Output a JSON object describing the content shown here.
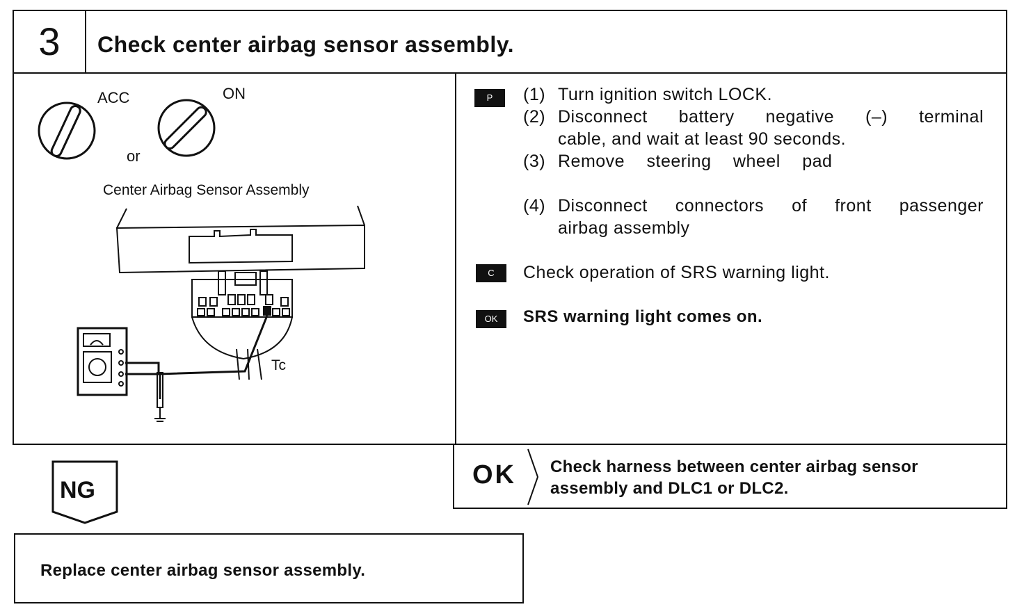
{
  "header": {
    "step_number": "3",
    "title": "Check center airbag sensor assembly."
  },
  "illustration": {
    "acc_label": "ACC",
    "on_label": "ON",
    "or_label": "or",
    "sensor_label": "Center Airbag Sensor Assembly",
    "terminal_label": "Tc"
  },
  "procedure": {
    "tags": {
      "prepare": "P",
      "check": "C",
      "ok": "OK"
    },
    "steps": [
      {
        "num": "(1)",
        "lines": [
          "Turn ignition switch LOCK."
        ]
      },
      {
        "num": "(2)",
        "lines": [
          "Disconnect battery negative (–) terminal",
          "cable, and wait at least 90 seconds."
        ]
      },
      {
        "num": "(3)",
        "lines": [
          "Remove steering wheel pad"
        ]
      },
      {
        "num": "(4)",
        "lines": [
          "Disconnect connectors of front passenger",
          "airbag assembly"
        ]
      }
    ],
    "check_text": "Check operation of SRS warning light.",
    "ok_text": "SRS warning light comes on."
  },
  "result_ok": {
    "label": "OK",
    "lines": [
      "Check harness between center airbag sensor",
      "assembly and DLC1 or DLC2."
    ]
  },
  "result_ng": {
    "label": "NG",
    "action": "Replace center airbag sensor assembly."
  }
}
